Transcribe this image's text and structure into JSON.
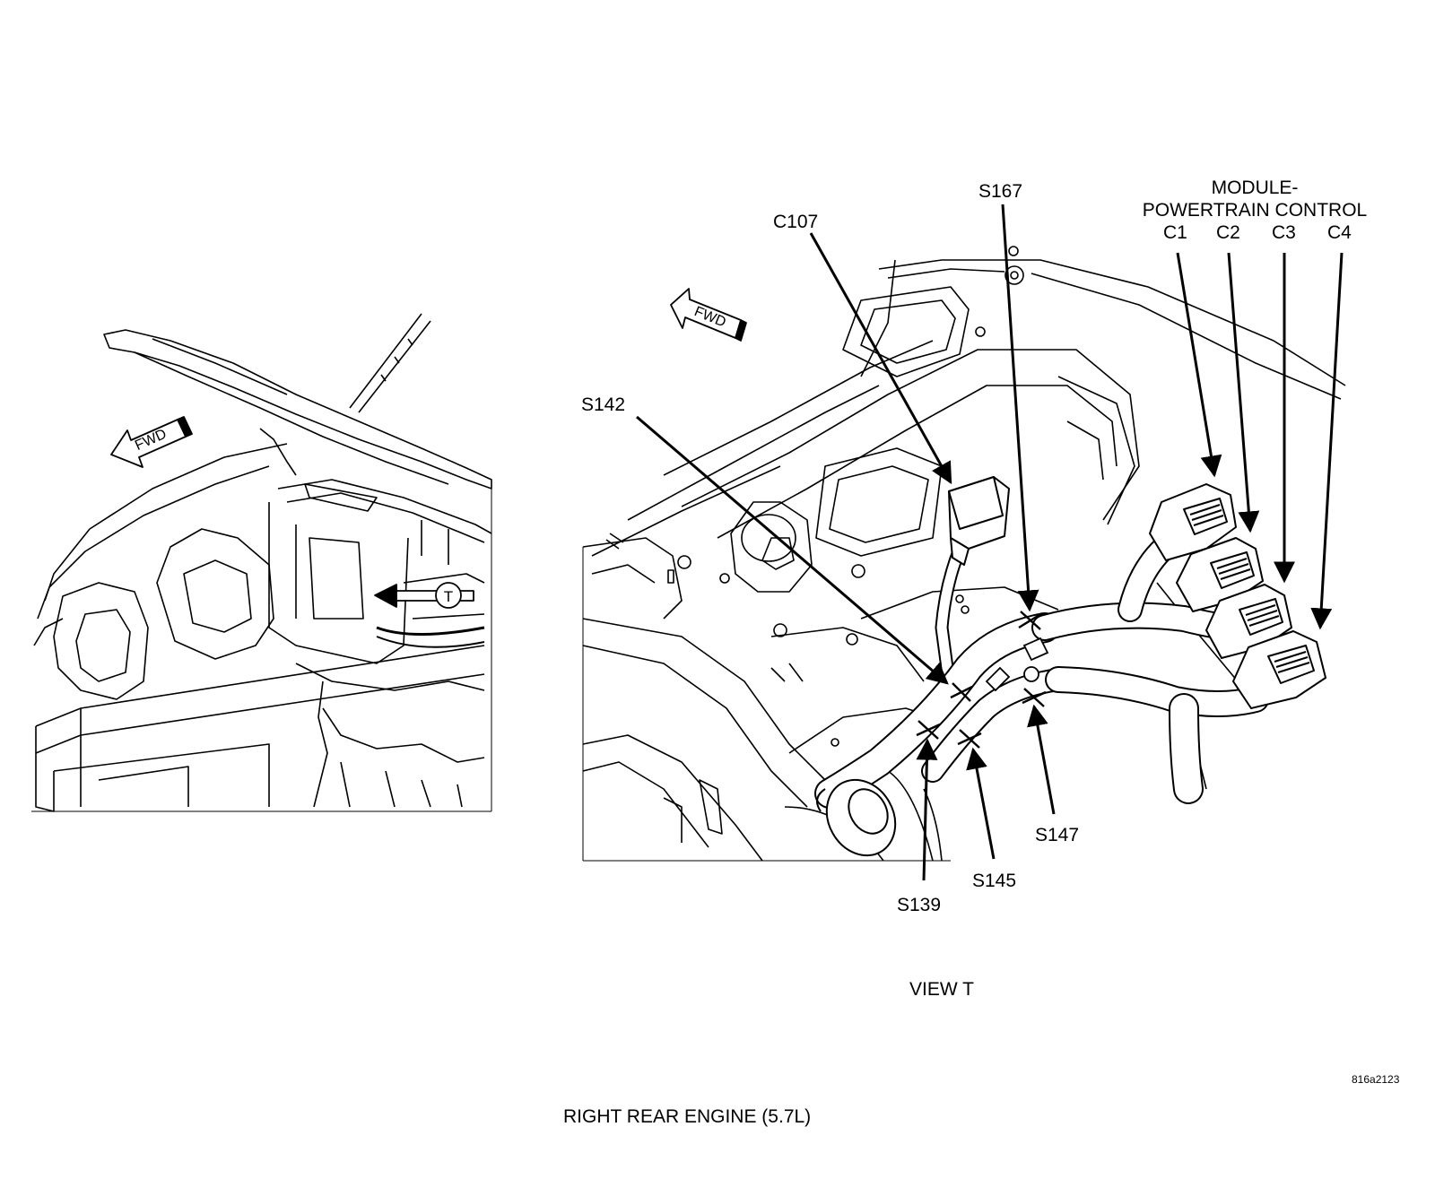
{
  "labels": {
    "s167": "S167",
    "c107": "C107",
    "s142": "S142",
    "module_line1": "MODULE-",
    "module_line2": "POWERTRAIN CONTROL",
    "c1": "C1",
    "c2": "C2",
    "c3": "C3",
    "c4": "C4",
    "s147": "S147",
    "s145": "S145",
    "s139": "S139",
    "view_caption": "VIEW T",
    "view_marker": "T",
    "fwd": "FWD",
    "figure_id": "816a2123",
    "title": "RIGHT REAR ENGINE (5.7L)"
  },
  "colors": {
    "ink": "#000000",
    "paper": "#ffffff"
  },
  "icons": [
    "fwd-arrow-icon",
    "view-t-arrow-icon"
  ]
}
